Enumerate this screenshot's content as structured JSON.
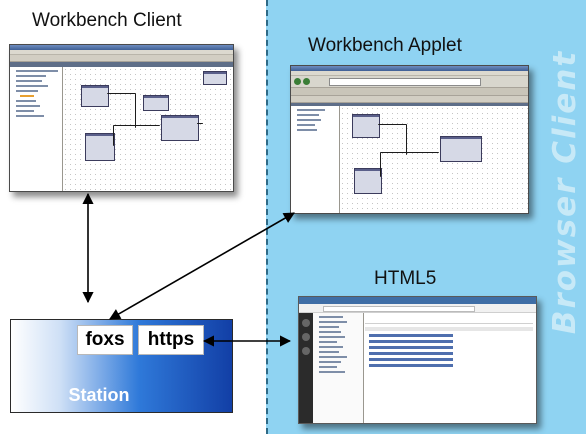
{
  "titles": {
    "workbench_client": "Workbench Client",
    "workbench_applet": "Workbench Applet",
    "html5": "HTML5",
    "browser_client": "Browser Client"
  },
  "station": {
    "name": "Station",
    "protocol_left": "foxs",
    "protocol_right": "https"
  },
  "colors": {
    "browser_region": "#8fd3f2",
    "station_gradient_end": "#123fa6",
    "arrow": "#000000"
  },
  "icons": {
    "client_window": "workbench-window-screenshot",
    "applet_window": "browser-window-screenshot",
    "html5_window": "html5-browser-screenshot"
  }
}
